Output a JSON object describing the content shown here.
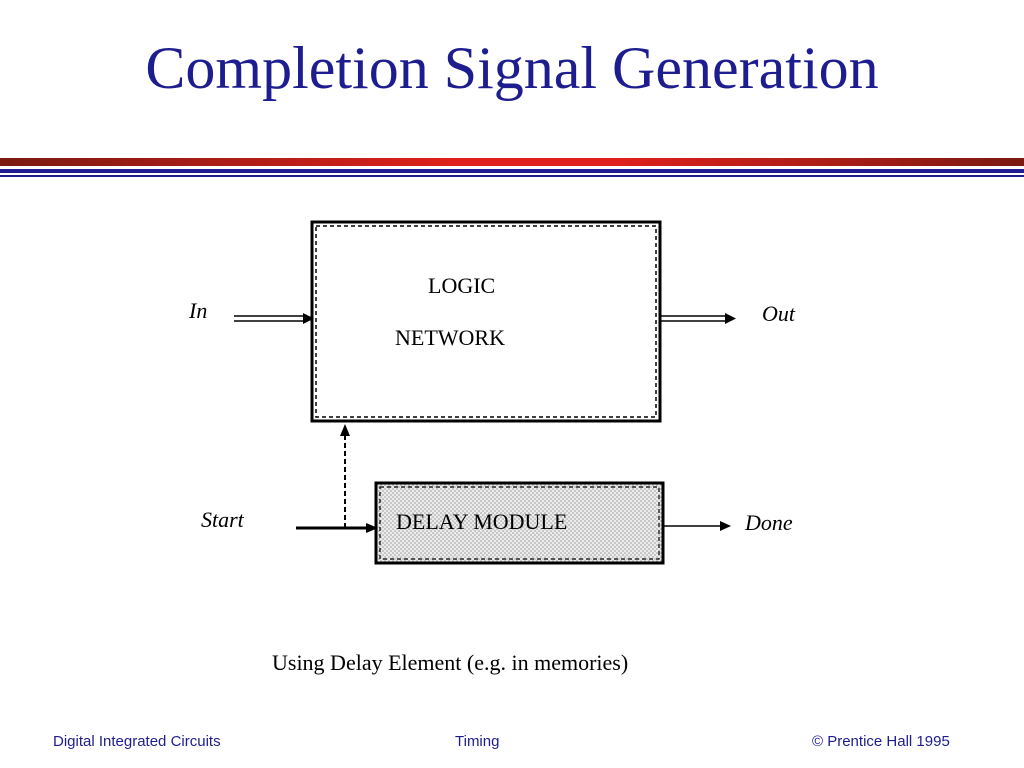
{
  "slide": {
    "title": "Completion Signal Generation",
    "caption": "Using Delay Element (e.g. in memories)"
  },
  "colors": {
    "title": "#1d1d8f",
    "rule_dark_red": "#7a1a12",
    "rule_red": "#e0211b",
    "rule_blue": "#1d1d8f",
    "footer": "#1d1d8f"
  },
  "diagram": {
    "logic_block": {
      "line1": "LOGIC",
      "line2": "NETWORK"
    },
    "delay_block": {
      "label": "DELAY MODULE"
    },
    "signals": {
      "in": "In",
      "out": "Out",
      "start": "Start",
      "done": "Done"
    }
  },
  "footer": {
    "left": "Digital Integrated Circuits",
    "center": "Timing",
    "right": "© Prentice Hall 1995"
  }
}
